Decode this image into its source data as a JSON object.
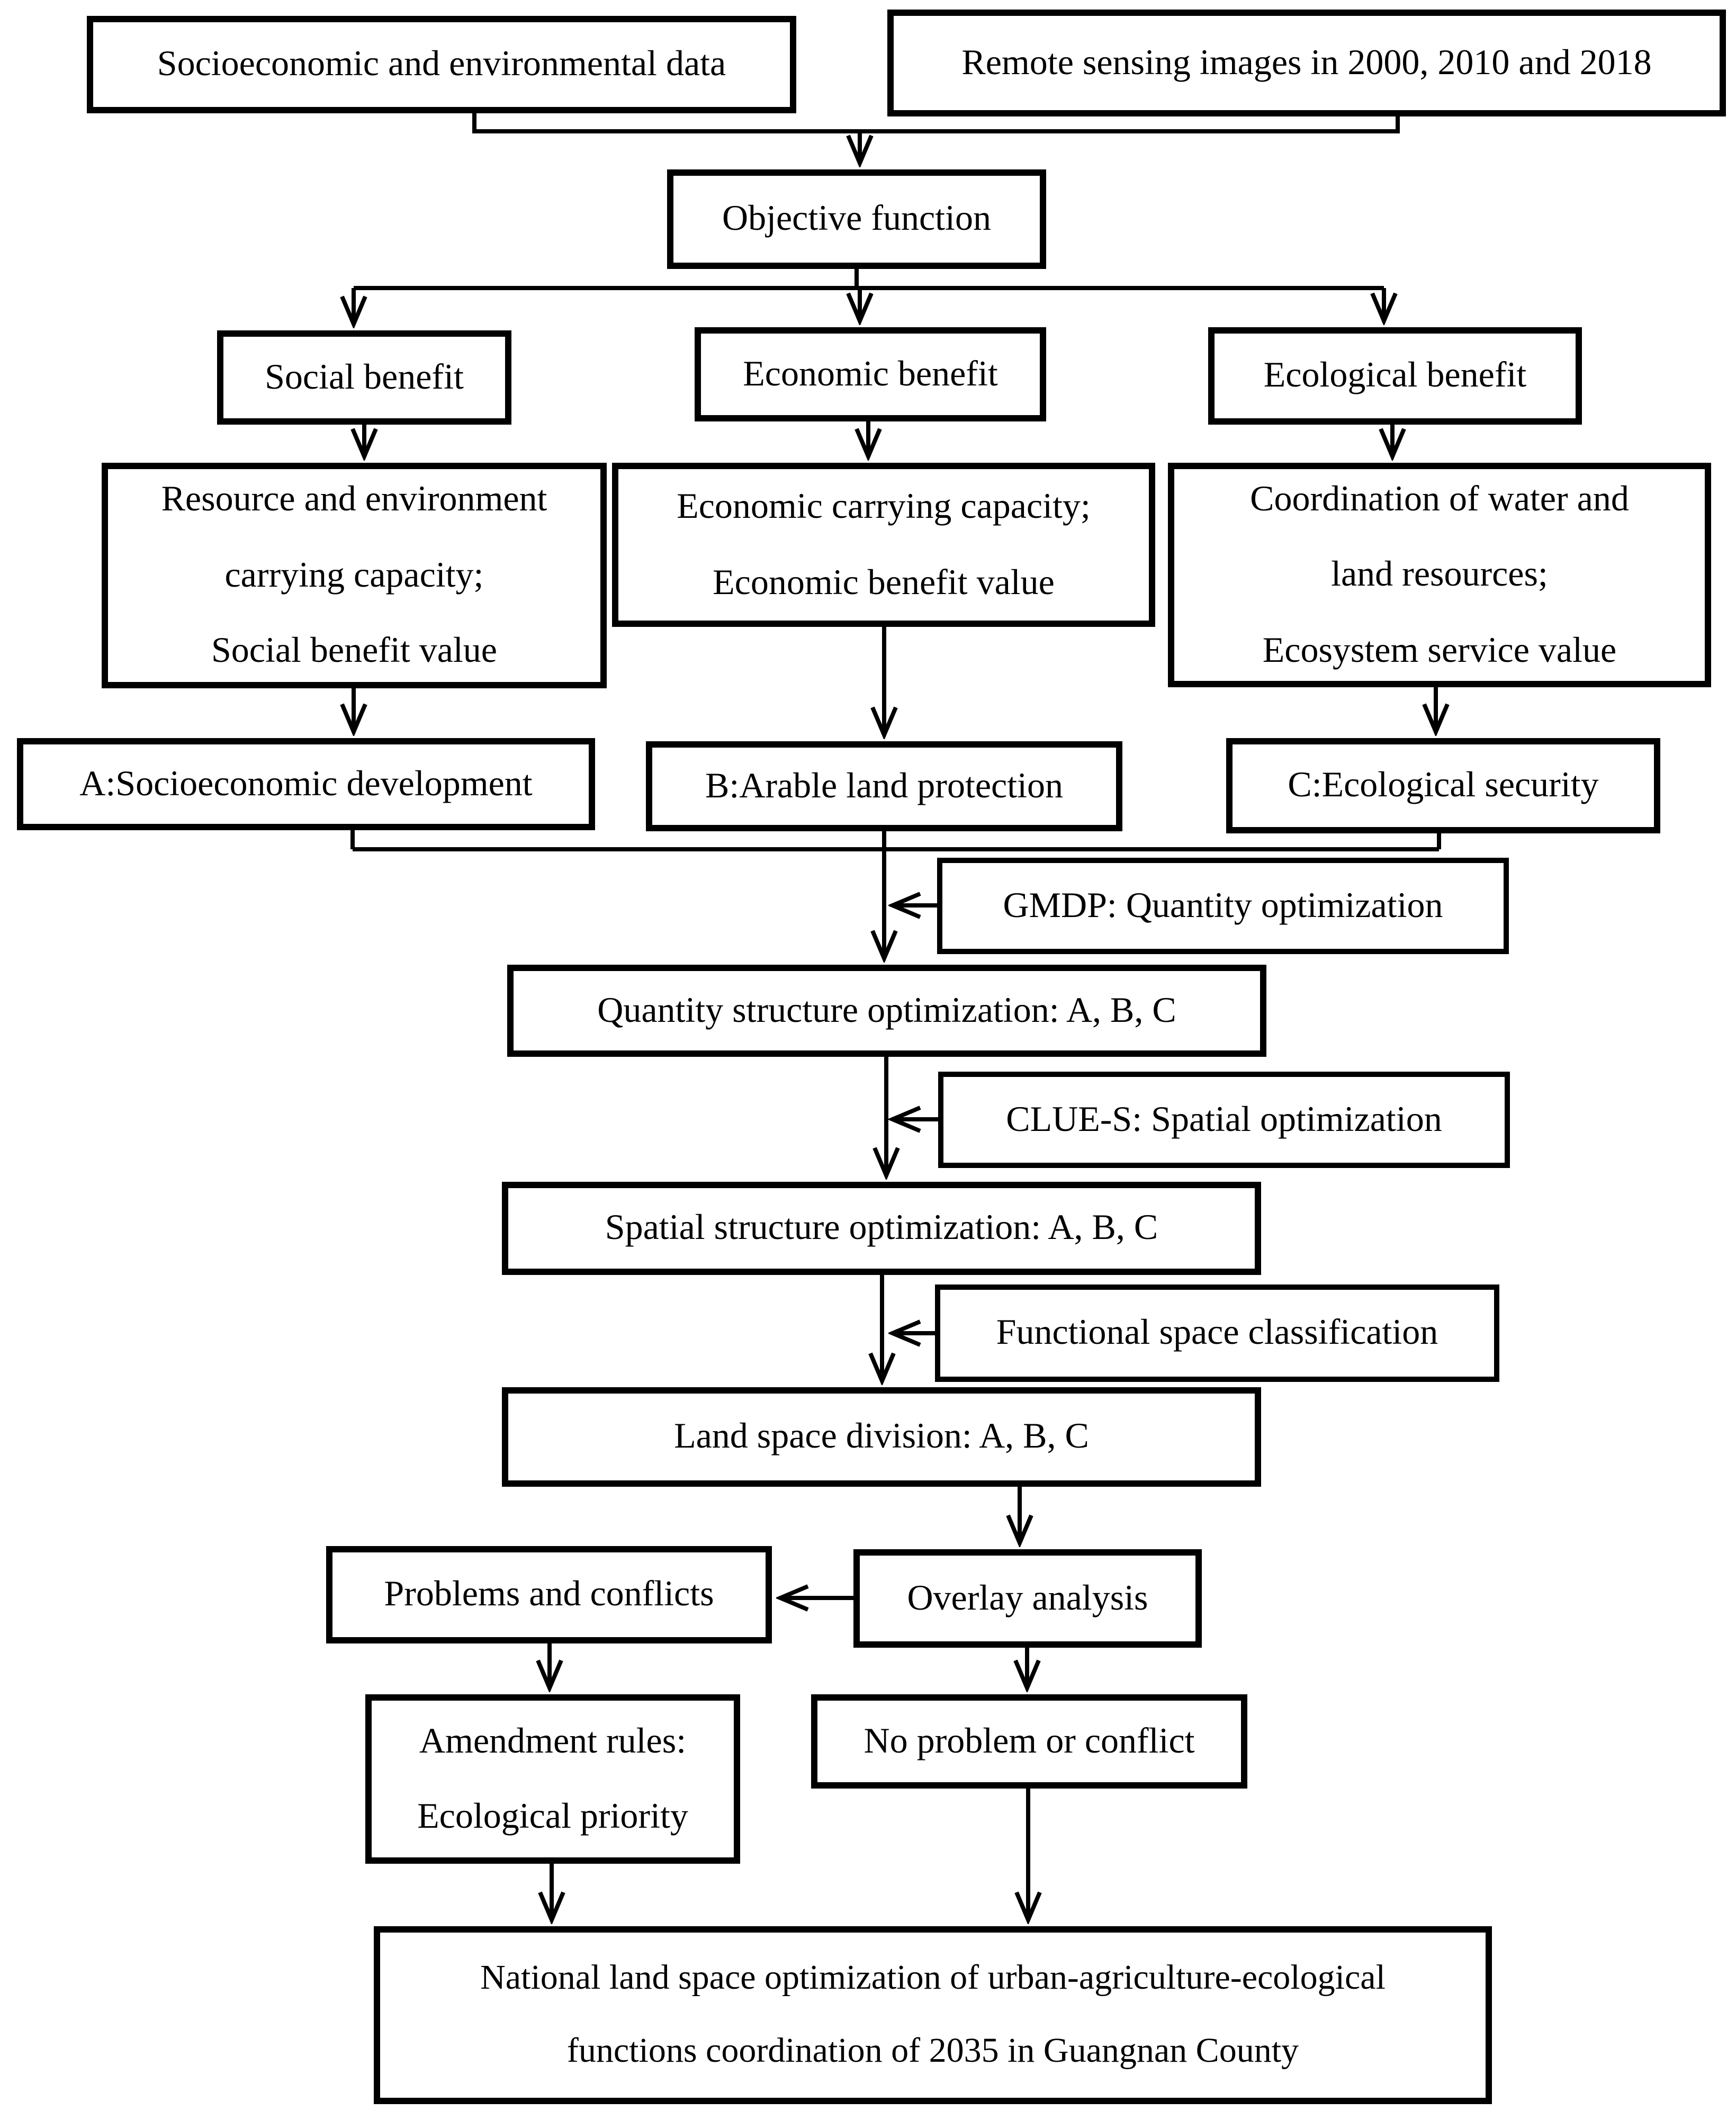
{
  "diagram": {
    "title": "Land space optimization flowchart",
    "colors": {
      "line": "#000000",
      "box_border": "#000000",
      "background": "#ffffff",
      "text": "#000000"
    },
    "nodes": {
      "source_left": {
        "label": "Socioeconomic and environmental data"
      },
      "source_right": {
        "label": "Remote sensing images in 2000, 2010 and 2018"
      },
      "objective": {
        "label": "Objective function"
      },
      "social_benefit": {
        "label": "Social benefit"
      },
      "economic_benefit": {
        "label": "Economic benefit"
      },
      "ecological_benefit": {
        "label": "Ecological benefit"
      },
      "resource_desc": {
        "label": "Resource and environment\ncarrying capacity;\nSocial benefit value"
      },
      "economic_desc": {
        "label": "Economic carrying capacity;\nEconomic benefit value"
      },
      "coordination_desc": {
        "label": "Coordination of water and\nland resources;\nEcosystem service value"
      },
      "goal_a": {
        "label": "A:Socioeconomic development"
      },
      "goal_b": {
        "label": "B:Arable land protection"
      },
      "goal_c": {
        "label": "C:Ecological security"
      },
      "gmdp": {
        "label": "GMDP: Quantity optimization"
      },
      "quantity": {
        "label": "Quantity structure optimization: A, B, C"
      },
      "clues": {
        "label": "CLUE-S: Spatial optimization"
      },
      "spatial": {
        "label": "Spatial structure optimization: A, B, C"
      },
      "functional": {
        "label": "Functional space classification"
      },
      "land": {
        "label": "Land space division: A, B, C"
      },
      "problems": {
        "label": "Problems and conflicts"
      },
      "overlay": {
        "label": "Overlay analysis"
      },
      "amendment": {
        "label": "Amendment rules:\nEcological priority"
      },
      "no_problem": {
        "label": "No problem or conflict"
      },
      "final": {
        "label": "National land space optimization of urban-agriculture-ecological\nfunctions coordination of 2035 in Guangnan County"
      }
    }
  }
}
